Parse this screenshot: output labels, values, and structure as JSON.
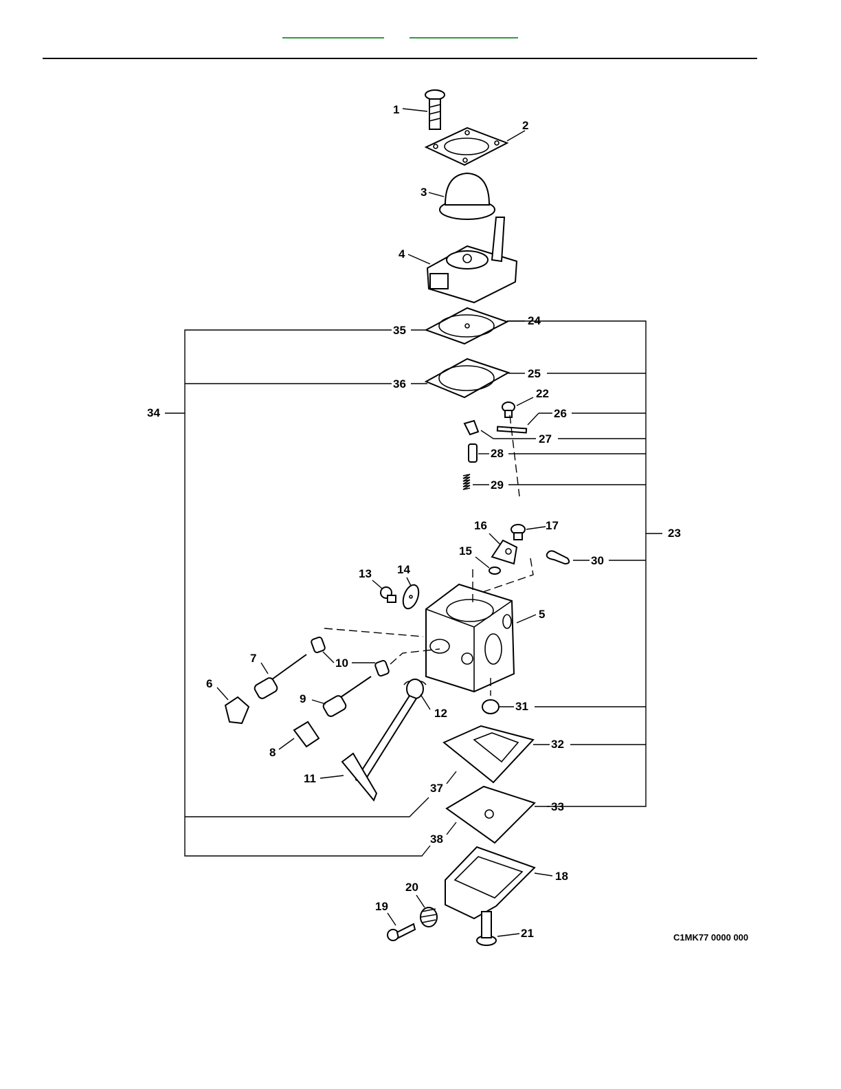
{
  "header": {
    "nav_links": [
      {
        "label": ""
      },
      {
        "label": ""
      }
    ],
    "accent_color": "#2e9c3e"
  },
  "diagram": {
    "reference_code": "C1MK77 0000 000",
    "callouts": [
      "1",
      "2",
      "3",
      "4",
      "5",
      "6",
      "7",
      "8",
      "9",
      "10",
      "11",
      "12",
      "13",
      "14",
      "15",
      "16",
      "17",
      "18",
      "19",
      "20",
      "21",
      "22",
      "23",
      "24",
      "25",
      "26",
      "27",
      "28",
      "29",
      "30",
      "31",
      "32",
      "33",
      "34",
      "35",
      "36",
      "37",
      "38"
    ]
  }
}
